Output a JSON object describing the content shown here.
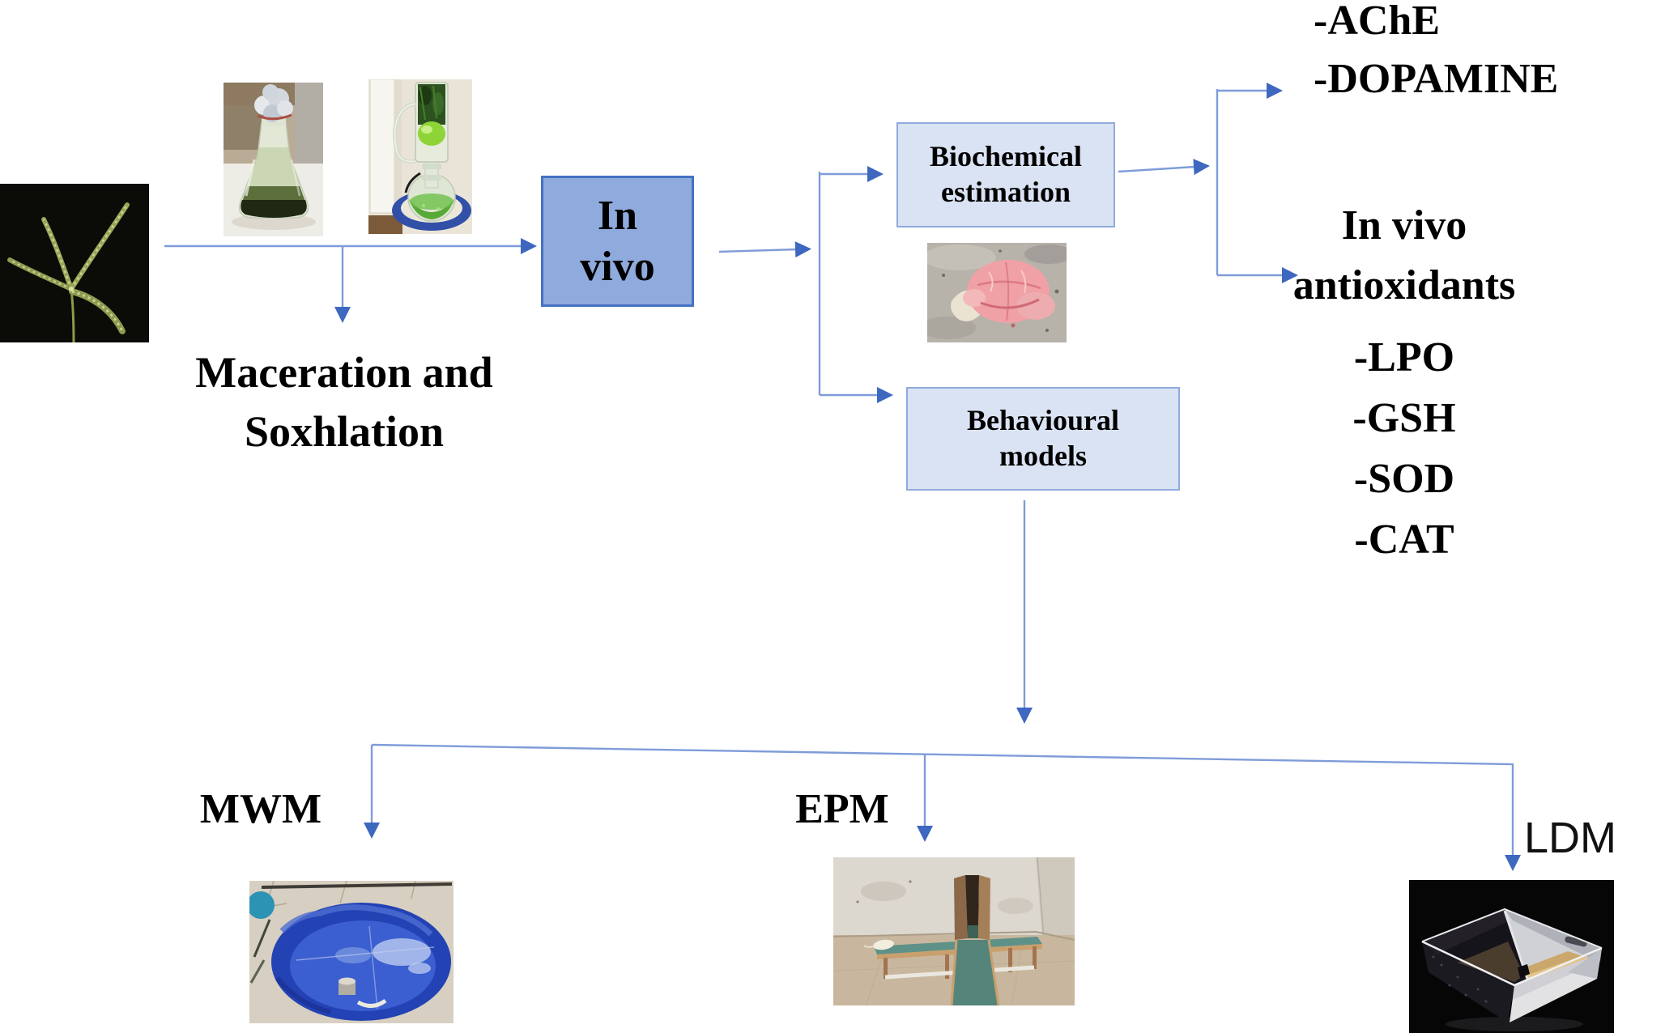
{
  "diagram": {
    "extraction": {
      "label_line1": "Maceration and",
      "label_line2": "Soxhlation"
    },
    "in_vivo_box": {
      "line1": "In",
      "line2": "vivo"
    },
    "biochemical_box": {
      "line1": "Biochemical",
      "line2": "estimation"
    },
    "behavioural_box": {
      "line1": "Behavioural",
      "line2": "models"
    },
    "neurochemical_markers": [
      "-AChE",
      "-DOPAMINE"
    ],
    "antioxidants": {
      "title_line1": "In vivo",
      "title_line2": "antioxidants",
      "items": [
        "-LPO",
        "-GSH",
        "-SOD",
        "-CAT"
      ]
    },
    "behaviour_tests": {
      "mwm_label": "MWM",
      "epm_label": "EPM",
      "ldm_label": "LDM"
    },
    "images": {
      "plant": "grass-inflorescence-photo",
      "maceration_flask": "maceration-flask-photo",
      "soxhlet": "soxhlet-apparatus-photo",
      "brain": "rat-brain-photo",
      "mwm": "morris-water-maze-photo",
      "epm": "elevated-plus-maze-photo",
      "ldm": "light-dark-model-box-photo"
    }
  },
  "colors": {
    "background": "#FFFFFF",
    "text": "#000000",
    "arrow_line": "#7F9CD9",
    "arrow_head": "#3E68C0",
    "primary_box_fill": "#8FAADC",
    "primary_box_border": "#4472C4",
    "secondary_box_fill": "#DAE3F3",
    "secondary_box_border": "#8FAADC"
  }
}
